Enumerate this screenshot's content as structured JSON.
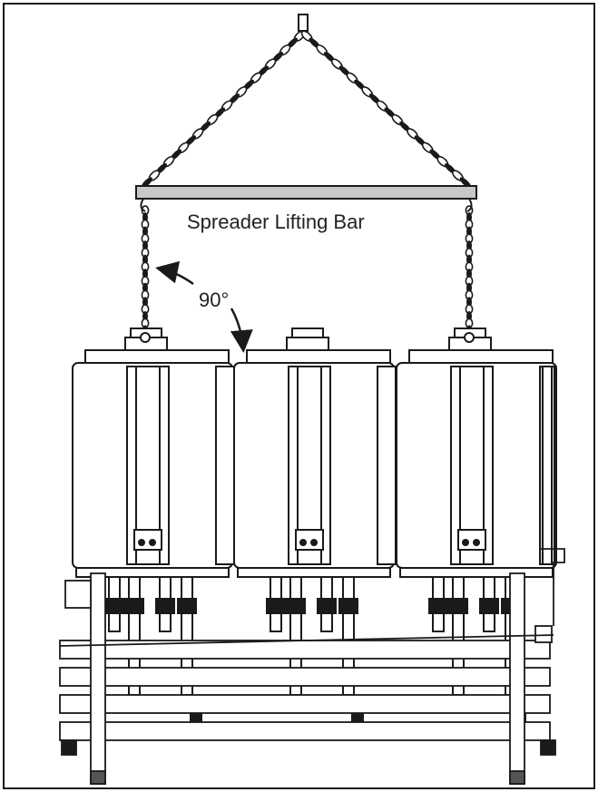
{
  "labels": {
    "spreader_bar": "Spreader Lifting Bar",
    "angle": "90°"
  },
  "colors": {
    "line": "#1a1a1a",
    "bar_fill": "#c8c8c8",
    "unit_fill": "#ffffff",
    "panel_fill": "#e8e8e8",
    "background": "#ffffff"
  },
  "icons": {
    "chain": "chain-links",
    "hook": "lifting-hook",
    "arrow": "curved-arrow"
  }
}
